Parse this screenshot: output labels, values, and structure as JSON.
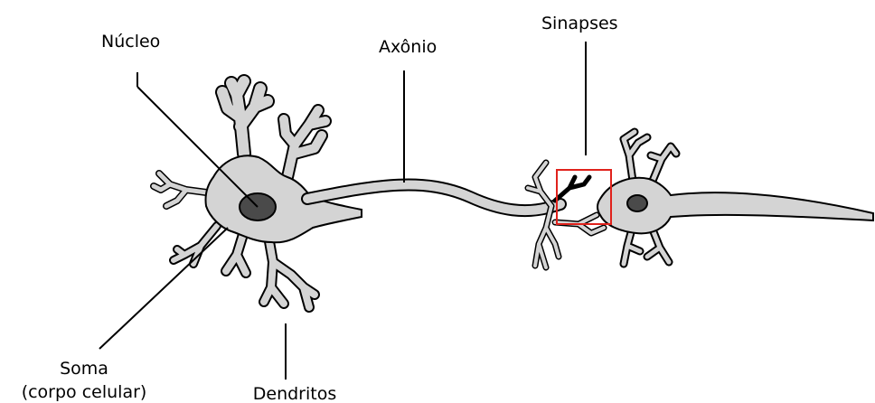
{
  "labels": {
    "nucleus": "Núcleo",
    "axon": "Axônio",
    "synapses": "Sinapses",
    "soma_line1": "Soma",
    "soma_line2": "(corpo celular)",
    "dendrites": "Dendritos"
  },
  "colors": {
    "cell_fill": "#d4d4d4",
    "cell_stroke": "#000000",
    "nucleus_fill": "#4a4a4a",
    "highlight_box": "#e0221c",
    "leader_line": "#000000"
  }
}
